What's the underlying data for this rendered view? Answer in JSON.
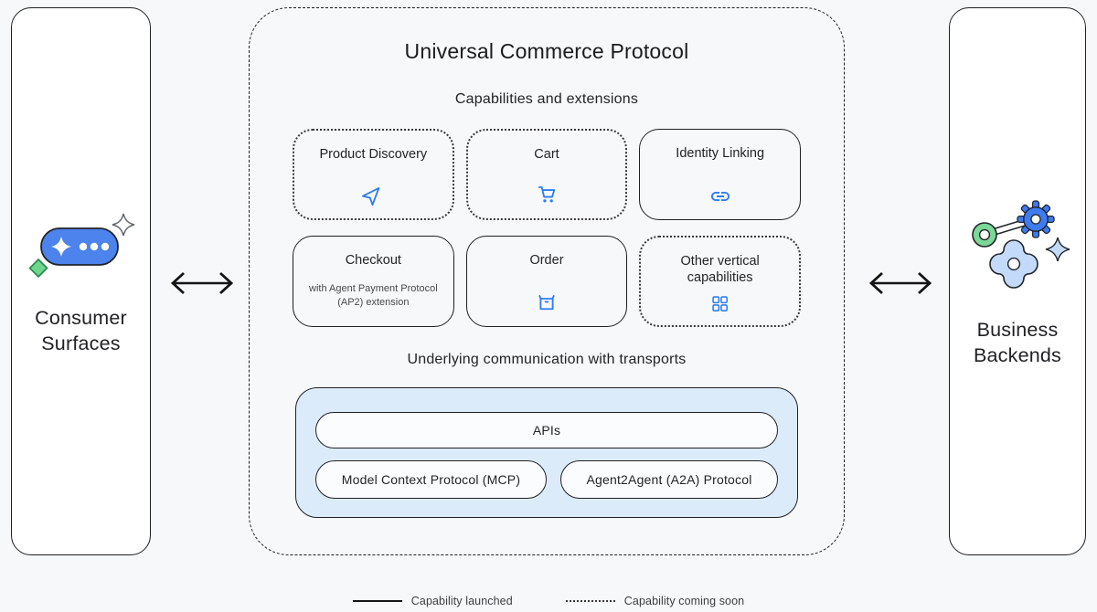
{
  "diagram": {
    "title": "Universal Commerce Protocol",
    "capabilities_heading": "Capabilities and extensions",
    "transports_heading": "Underlying communication with transports"
  },
  "panels": {
    "left": {
      "label": "Consumer Surfaces",
      "icon": "assistant-pill-sparkles-icon"
    },
    "right": {
      "label": "Business Backends",
      "icon": "gears-services-icon"
    }
  },
  "capabilities": [
    {
      "label": "Product Discovery",
      "icon": "send-icon",
      "status": "coming soon"
    },
    {
      "label": "Cart",
      "icon": "cart-icon",
      "status": "coming soon"
    },
    {
      "label": "Identity Linking",
      "icon": "link-icon",
      "status": "launched"
    },
    {
      "label": "Checkout",
      "sublabel": "with Agent Payment Protocol (AP2) extension",
      "status": "launched"
    },
    {
      "label": "Order",
      "icon": "package-icon",
      "status": "launched"
    },
    {
      "label": "Other vertical capabilities",
      "icon": "grid-icon",
      "status": "coming soon"
    }
  ],
  "transports": {
    "apis": "APIs",
    "mcp": "Model Context Protocol (MCP)",
    "a2a": "Agent2Agent (A2A) Protocol"
  },
  "legend": {
    "launched": "Capability launched",
    "coming_soon": "Capability coming soon"
  },
  "colors": {
    "background": "#f7f8f9",
    "ink": "#1f2023",
    "accent_blue": "#2e7cf6",
    "pill_blue": "#4c83ec",
    "transport_bg_blue": "#dcebfa",
    "icon_light_blue": "#c3dafa",
    "green": "#6dd58c"
  }
}
